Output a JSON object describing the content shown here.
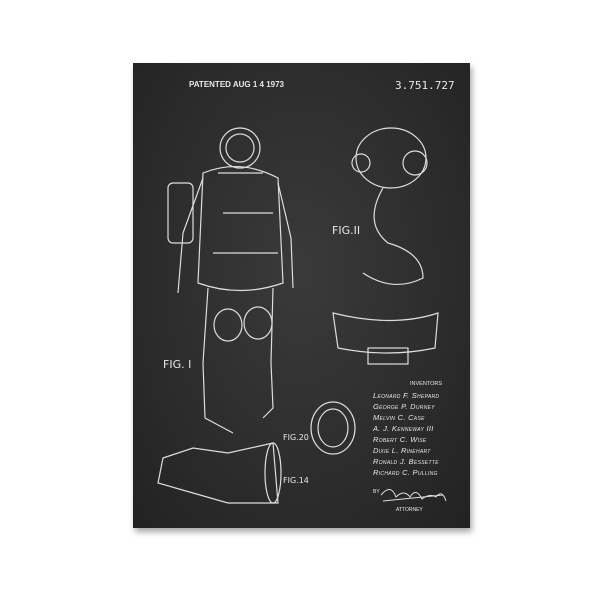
{
  "header": {
    "patented": "PATENTED AUG 1 4 1973",
    "patent_number": "3.751.727"
  },
  "figures": {
    "fig1": "FIG. I",
    "fig11": "FIG.II",
    "fig20": "FIG.20",
    "fig14": "FIG.14"
  },
  "inventors": {
    "heading": "INVENTORS",
    "names": [
      "Leonard F. Shepard",
      "George P. Durney",
      "Melvin C. Case",
      "A. J. Kenneway III",
      "Robert C. Wise",
      "Dixie L. Rinehart",
      "Ronald J. Bessette",
      "Richard C. Pulling"
    ]
  },
  "signature": {
    "by": "BY",
    "role": "ATTORNEY"
  },
  "colors": {
    "board": "#2c2c2c",
    "chalk": "#e8e8e8"
  }
}
